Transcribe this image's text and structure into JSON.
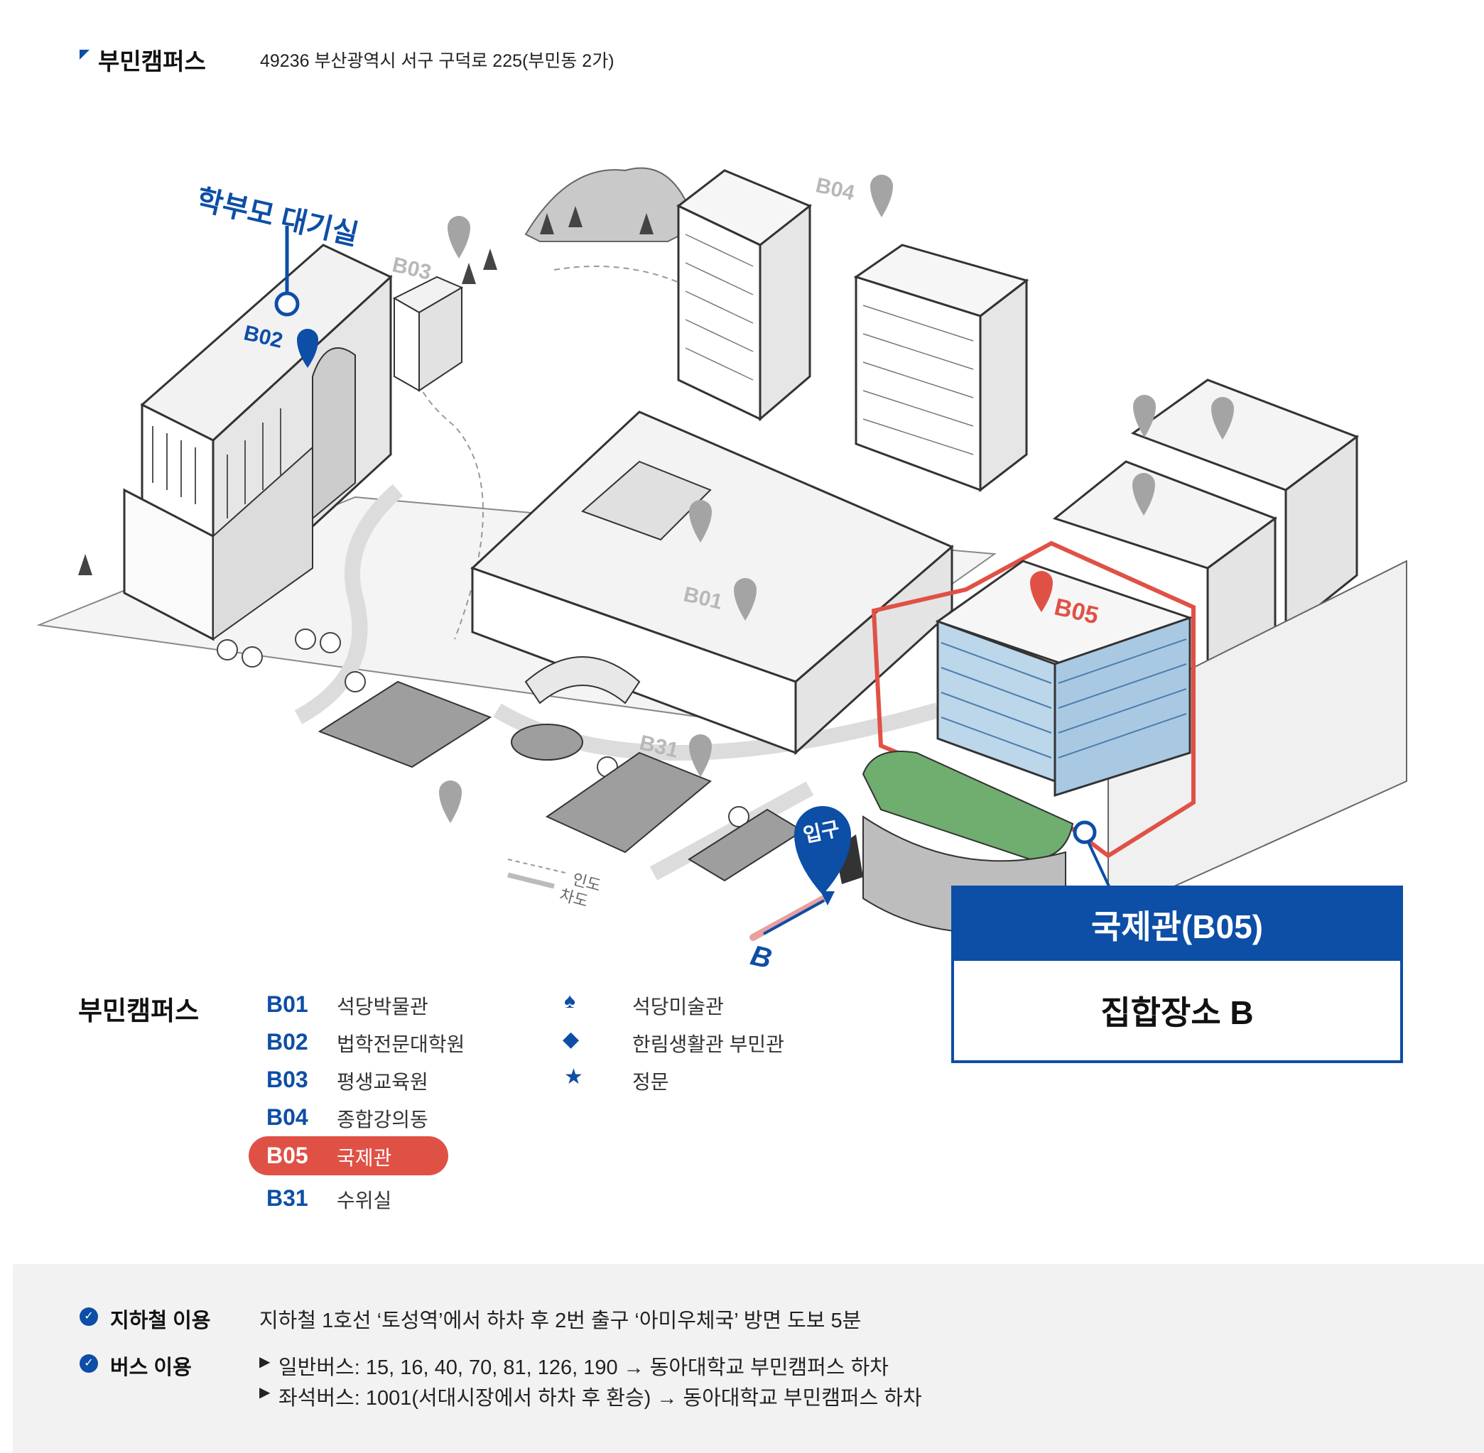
{
  "header": {
    "title": "부민캠퍼스",
    "address": "49236 부산광역시 서구 구덕로 225(부민동 2가)"
  },
  "map": {
    "parent_waiting_room": "학부모 대기실",
    "labels": {
      "b01": "B01",
      "b02": "B02",
      "b03": "B03",
      "b04": "B04",
      "b05": "B05",
      "b31": "B31"
    },
    "entrance": "입구",
    "gate_letter": "B",
    "sidewalk": "인도",
    "roadway": "차도"
  },
  "info_box": {
    "title": "국제관(B05)",
    "subtitle": "집합장소 B"
  },
  "legend": {
    "title": "부민캠퍼스",
    "items": [
      {
        "code": "B01",
        "name": "석당박물관"
      },
      {
        "code": "B02",
        "name": "법학전문대학원"
      },
      {
        "code": "B03",
        "name": "평생교육원"
      },
      {
        "code": "B04",
        "name": "종합강의동"
      },
      {
        "code": "B05",
        "name": "국제관",
        "highlight": true
      },
      {
        "code": "B31",
        "name": "수위실"
      }
    ],
    "symbols": [
      {
        "icon": "spade-icon",
        "glyph": "♠",
        "name": "석당미술관"
      },
      {
        "icon": "diamond-icon",
        "glyph": "◆",
        "name": "한림생활관 부민관"
      },
      {
        "icon": "star-icon",
        "glyph": "★",
        "name": "정문"
      }
    ]
  },
  "transport": {
    "subway": {
      "label": "지하철 이용",
      "text": "지하철 1호선 ‘토성역’에서 하차 후 2번 출구 ‘아미우체국’ 방면 도보 5분"
    },
    "bus": {
      "label": "버스 이용",
      "lines": [
        "일반버스: 15, 16, 40, 70, 81, 126, 190 → 동아대학교 부민캠퍼스 하차",
        "좌석버스: 1001(서대시장에서 하차 후 환승) → 동아대학교 부민캠퍼스 하차"
      ]
    }
  },
  "colors": {
    "brand_blue": "#0d4ea6",
    "highlight_red": "#e05145",
    "label_gray": "#b8b8b8"
  }
}
